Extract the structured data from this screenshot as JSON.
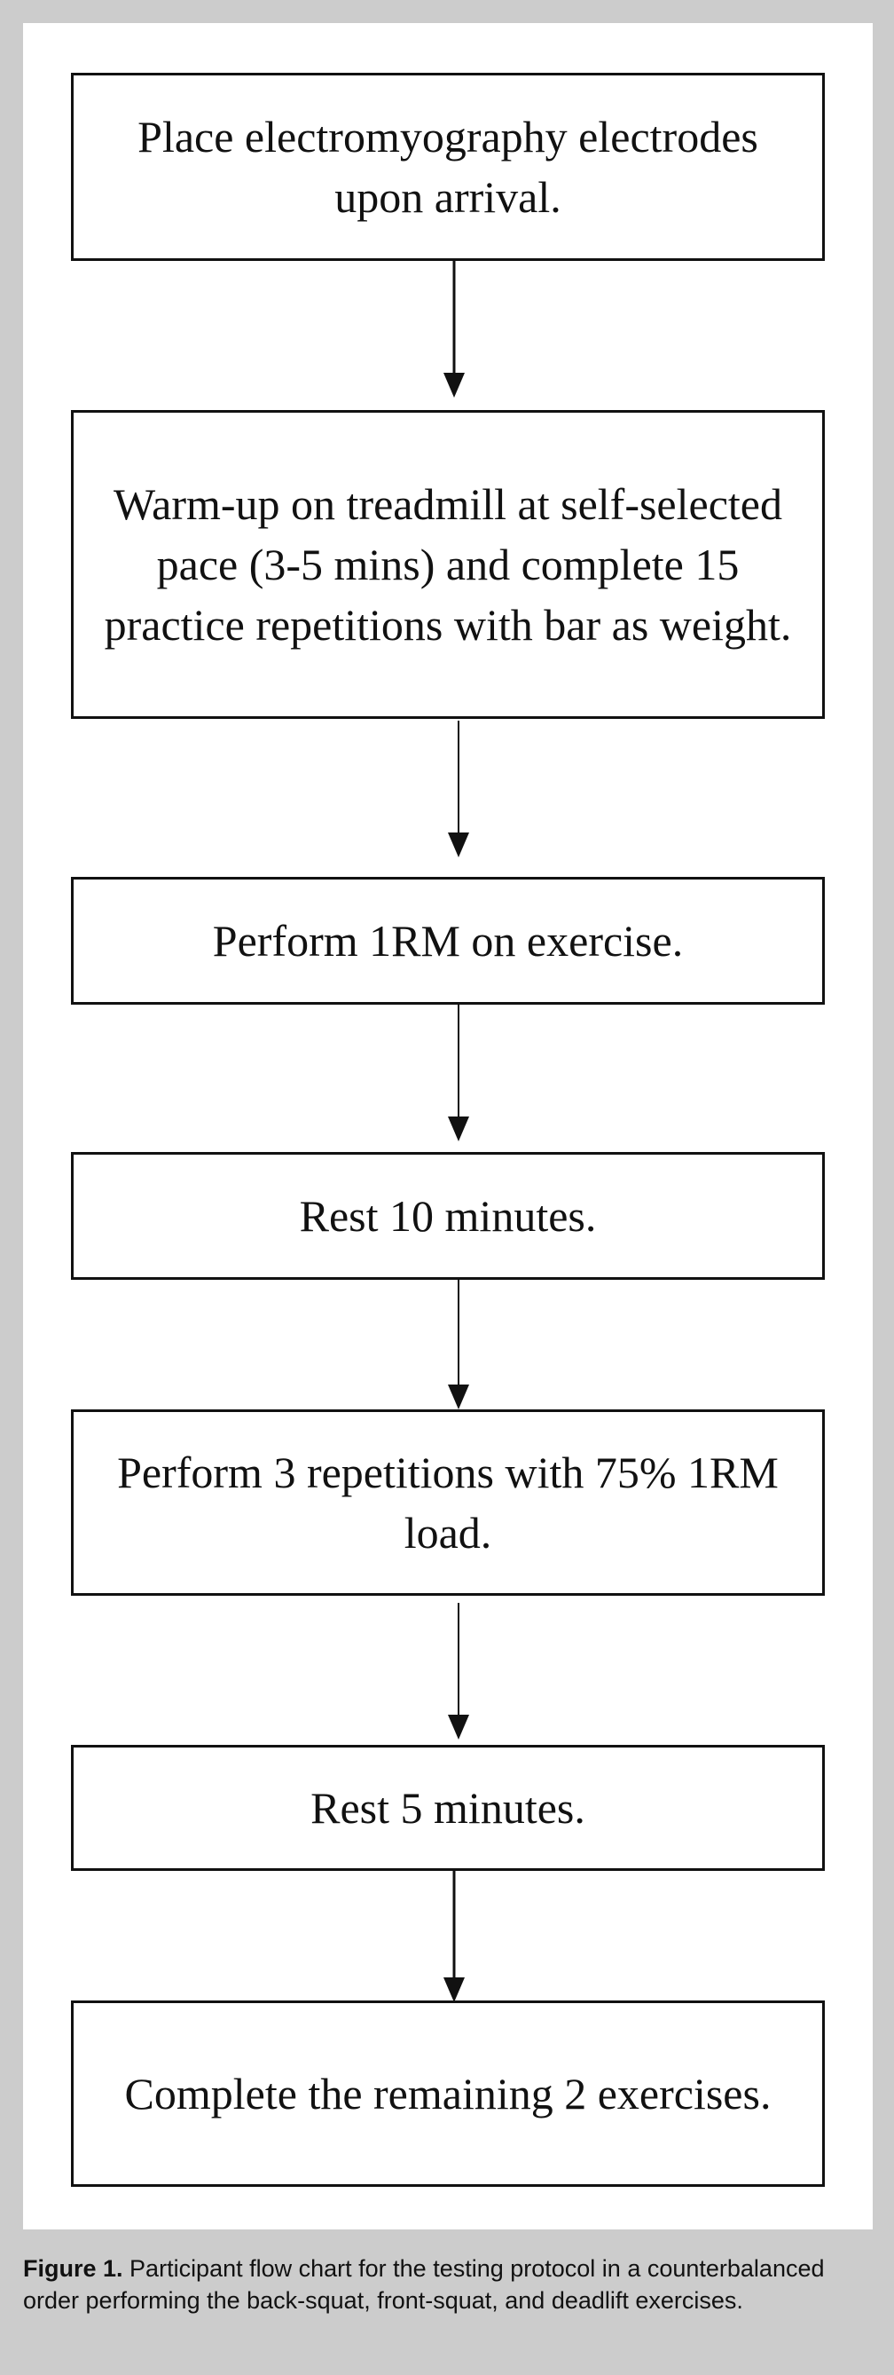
{
  "flowchart": {
    "steps": [
      "Place electromyography electrodes upon arrival.",
      "Warm-up on treadmill at self-selected pace (3-5 mins) and complete 15 practice repetitions with bar as weight.",
      "Perform 1RM on exercise.",
      "Rest 10 minutes.",
      "Perform 3 repetitions with 75% 1RM load.",
      "Rest 5 minutes.",
      "Complete the remaining 2 exercises."
    ]
  },
  "caption": {
    "label": "Figure 1.",
    "text": "Participant flow chart for the testing protocol in a counterbalanced order performing the back-squat, front-squat, and deadlift exercises."
  }
}
